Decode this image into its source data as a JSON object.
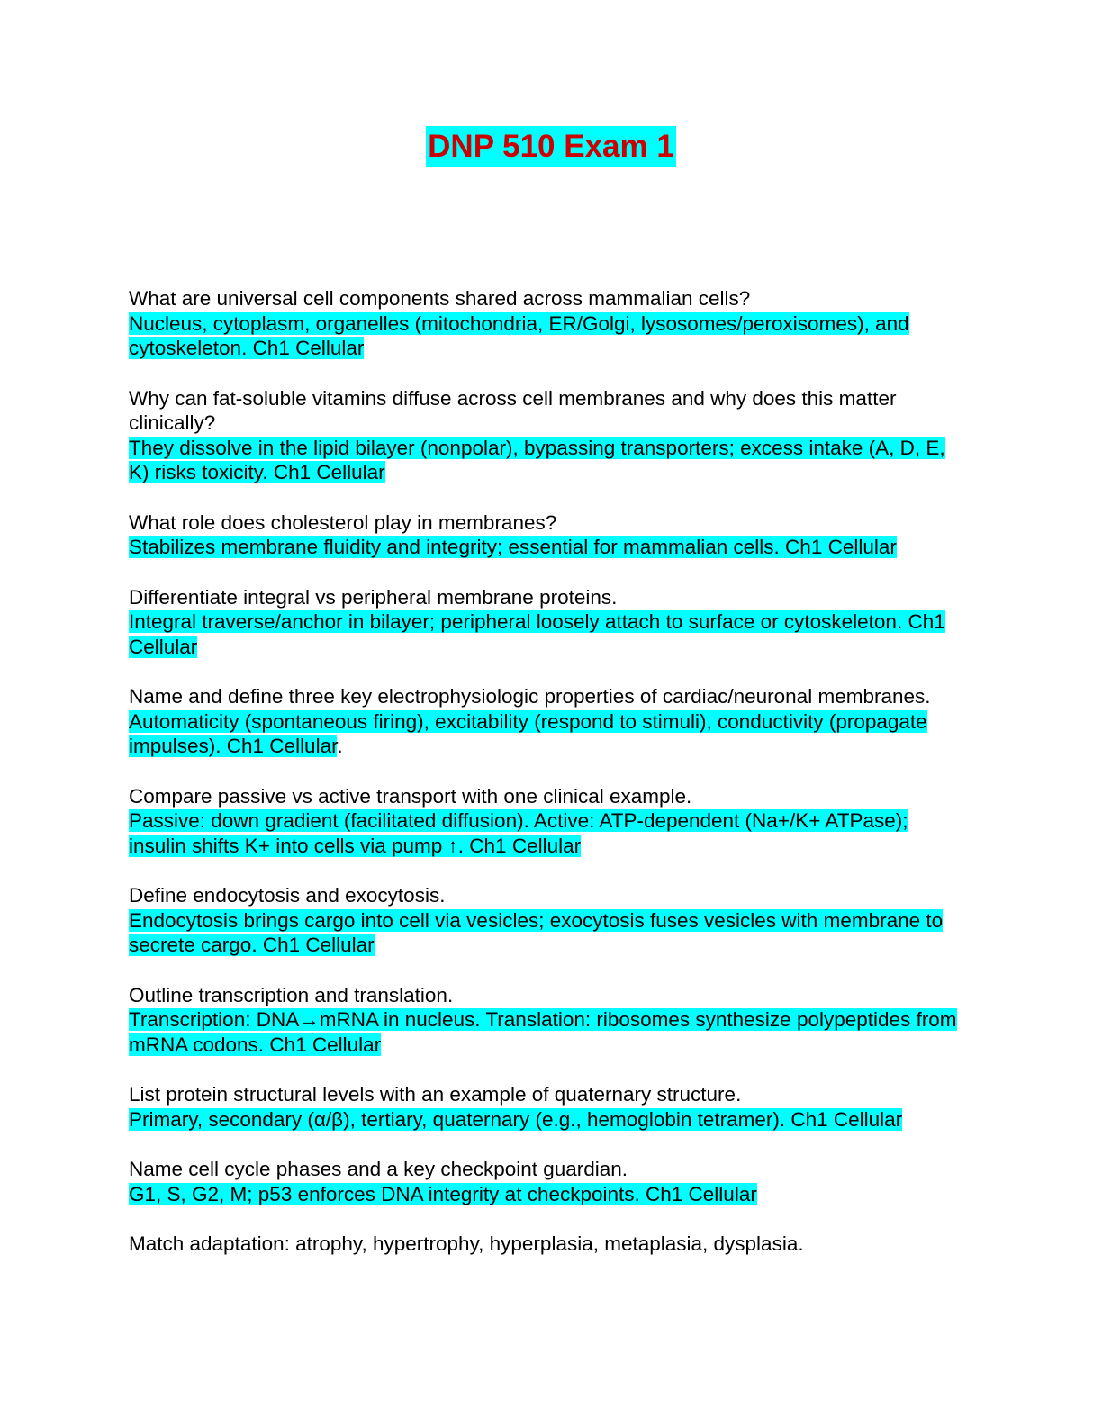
{
  "document": {
    "title": "DNP 510 Exam 1",
    "highlight_color": "#00ffff",
    "title_color": "#cc0000",
    "items": [
      {
        "question": "What are universal cell components shared across mammalian cells?",
        "answer": "Nucleus, cytoplasm, organelles (mitochondria, ER/Golgi, lysosomes/peroxisomes), and cytoskeleton. Ch1 Cellular",
        "answer_tail": ""
      },
      {
        "question": "Why can fat-soluble vitamins diffuse across cell membranes and why does this matter clinically?",
        "answer": "They dissolve in the lipid bilayer (nonpolar), bypassing transporters; excess intake (A, D, E, K) risks toxicity. Ch1 Cellular",
        "answer_tail": ""
      },
      {
        "question": "What role does cholesterol play in membranes?",
        "answer": "Stabilizes membrane fluidity and integrity; essential for mammalian cells. Ch1 Cellular",
        "answer_tail": ""
      },
      {
        "question": "Differentiate integral vs peripheral membrane proteins.",
        "answer": "Integral traverse/anchor in bilayer; peripheral loosely attach to surface or cytoskeleton. Ch1 Cellular",
        "answer_tail": ""
      },
      {
        "question": "Name and define three key electrophysiologic properties of cardiac/neuronal membranes.",
        "answer": "Automaticity (spontaneous firing), excitability (respond to stimuli), conductivity (propagate impulses). Ch1 Cellular",
        "answer_tail": "."
      },
      {
        "question": "Compare passive vs active transport with one clinical example.",
        "answer": "Passive: down gradient (facilitated diffusion). Active: ATP-dependent (Na+/K+ ATPase); insulin shifts K+ into cells via pump ↑. Ch1 Cellular",
        "answer_tail": ""
      },
      {
        "question": "Define endocytosis and exocytosis.",
        "answer": "Endocytosis brings cargo into cell via vesicles; exocytosis fuses vesicles with membrane to secrete cargo. Ch1 Cellular",
        "answer_tail": ""
      },
      {
        "question": "Outline transcription and translation.",
        "answer": "Transcription: DNA→mRNA in nucleus. Translation: ribosomes synthesize polypeptides from mRNA codons. Ch1 Cellular",
        "answer_tail": ""
      },
      {
        "question": "List protein structural levels with an example of quaternary structure.",
        "answer": "Primary, secondary (α/β), tertiary, quaternary (e.g., hemoglobin tetramer). Ch1 Cellular",
        "answer_tail": ""
      },
      {
        "question": "Name cell cycle phases and a key checkpoint guardian.",
        "answer": "G1, S, G2, M; p53 enforces DNA integrity at checkpoints. Ch1 Cellular",
        "answer_tail": ""
      },
      {
        "question": "Match adaptation: atrophy, hypertrophy, hyperplasia, metaplasia, dysplasia.",
        "answer": "",
        "answer_tail": ""
      }
    ]
  }
}
